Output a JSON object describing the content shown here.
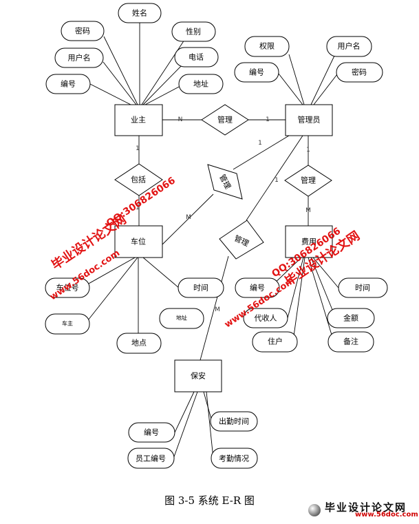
{
  "entities": {
    "owner": "业主",
    "admin": "管理员",
    "parking": "车位",
    "fee": "费用",
    "security": "保安"
  },
  "relationships": {
    "owner_admin": "管理",
    "owner_parking": "包括",
    "admin_parking": "管理",
    "admin_security": "管理",
    "admin_fee": "管理"
  },
  "attributes": {
    "owner": [
      "姓名",
      "密码",
      "性别",
      "用户名",
      "电话",
      "编号",
      "地址"
    ],
    "admin": [
      "权限",
      "用户名",
      "编号",
      "密码"
    ],
    "parking": [
      "车位号",
      "车主",
      "地点",
      "时间",
      "地址"
    ],
    "fee": [
      "编号",
      "代收人",
      "住户",
      "时间",
      "金额",
      "备注"
    ],
    "security": [
      "编号",
      "员工编号",
      "出勤时间",
      "考勤情况"
    ]
  },
  "cardinalities": {
    "owner_admin_owner": "N",
    "owner_admin_admin": "1",
    "owner_parking_owner": "1",
    "owner_parking_parking": "1",
    "admin_parking_admin": "1",
    "admin_parking_parking": "M",
    "admin_security_admin": "1",
    "admin_security_security": "M",
    "admin_fee_admin": "1",
    "admin_fee_fee": "M"
  },
  "caption": "图 3-5 系统 E-R 图",
  "watermarks": {
    "url": "www.56doc.com",
    "qq": "QQ:306826066",
    "site": "毕业设计论文网"
  },
  "logo": {
    "name": "毕业设计论文网",
    "url": "www.56doc.com"
  }
}
